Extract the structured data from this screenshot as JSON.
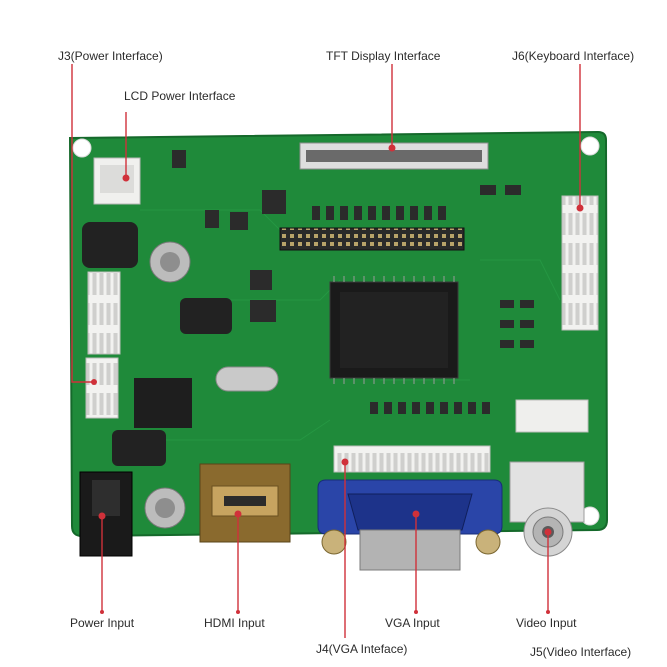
{
  "labels": {
    "j3": "J3(Power Interface)",
    "tft": "TFT Display Interface",
    "j6": "J6(Keyboard Interface)",
    "lcd_power": "LCD Power Interface",
    "power_input": "Power Input",
    "hdmi_input": "HDMI Input",
    "vga_input": "VGA Input",
    "video_input": "Video Input",
    "j4": "J4(VGA Inteface)",
    "j5": "J5(Video Interface)"
  },
  "colors": {
    "pcb_green": "#1f8a3a",
    "pcb_dark": "#15692b",
    "leader_red": "#d0313a",
    "connector_white": "#e8e8e6",
    "vga_blue": "#2a45a8",
    "chip_black": "#1a1a1a"
  }
}
